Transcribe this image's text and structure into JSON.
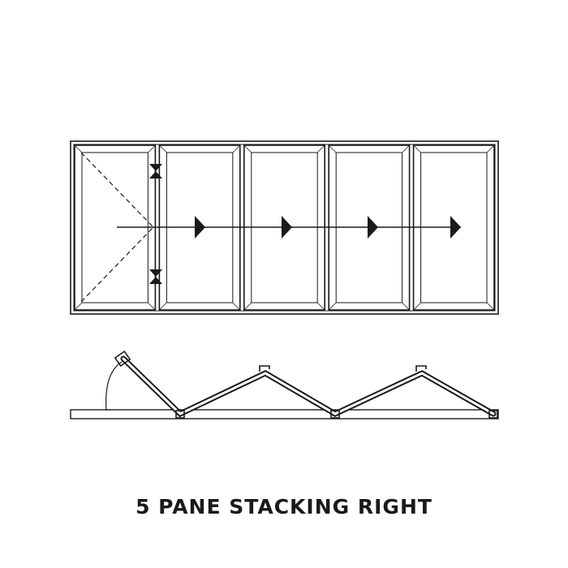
{
  "caption": "5 PANE STACKING RIGHT",
  "diagram": {
    "pane_count": 5,
    "stacking_direction": "right",
    "line_color": "#1a1a1a"
  }
}
